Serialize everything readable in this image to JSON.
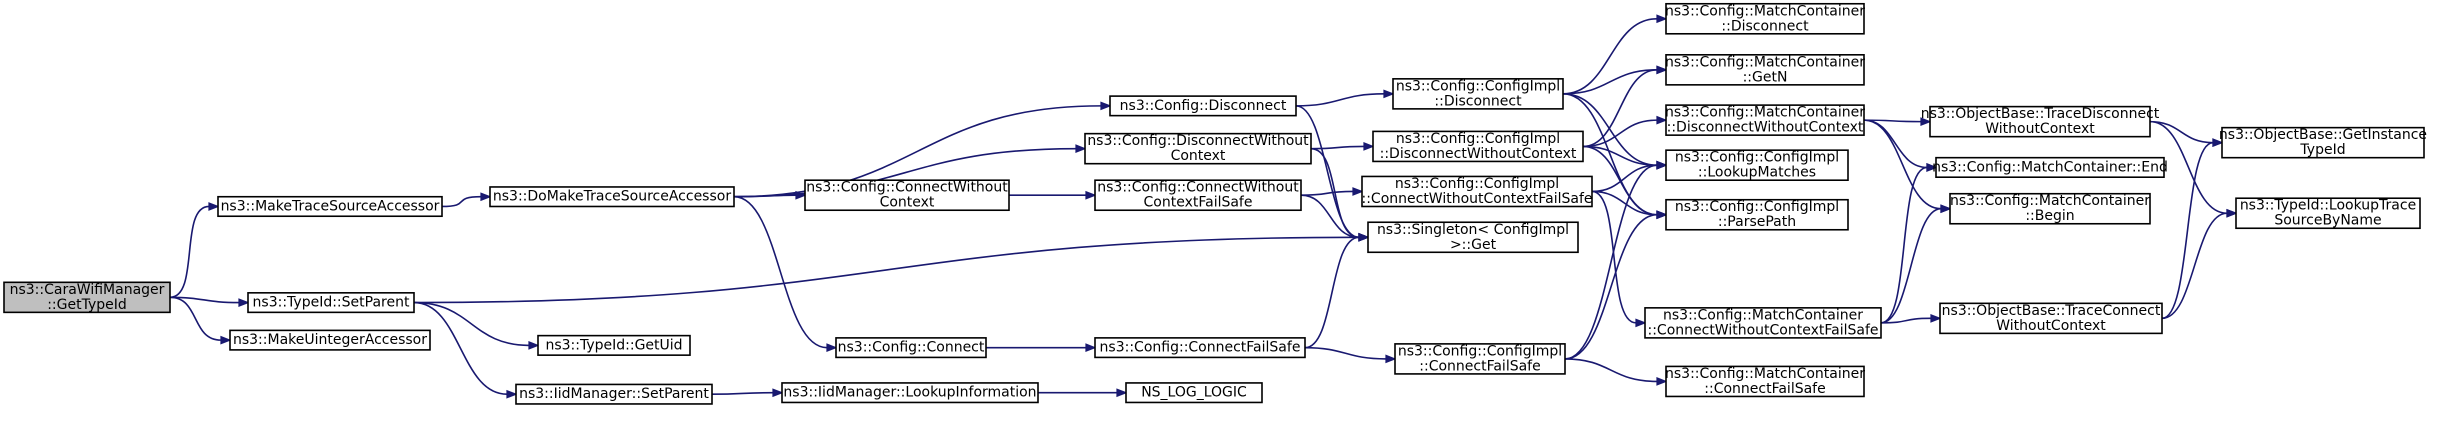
{
  "diagram": {
    "nodes": [
      {
        "id": "root",
        "lines": [
          "ns3::CaraWifiManager",
          "::GetTypeId"
        ],
        "root": true
      },
      {
        "id": "makeTSA",
        "lines": [
          "ns3::MakeTraceSourceAccessor"
        ]
      },
      {
        "id": "setParent",
        "lines": [
          "ns3::TypeId::SetParent"
        ]
      },
      {
        "id": "makeUint",
        "lines": [
          "ns3::MakeUintegerAccessor"
        ]
      },
      {
        "id": "doMake",
        "lines": [
          "ns3::DoMakeTraceSourceAccessor"
        ]
      },
      {
        "id": "getUid",
        "lines": [
          "ns3::TypeId::GetUid"
        ]
      },
      {
        "id": "iidSetParent",
        "lines": [
          "ns3::IidManager::SetParent"
        ]
      },
      {
        "id": "cfgDisconnect",
        "lines": [
          "ns3::Config::Disconnect"
        ]
      },
      {
        "id": "cfgDiscWC",
        "lines": [
          "ns3::Config::DisconnectWithout",
          "Context"
        ]
      },
      {
        "id": "cfgConnWC",
        "lines": [
          "ns3::Config::ConnectWithout",
          "Context"
        ]
      },
      {
        "id": "cfgConnect",
        "lines": [
          "ns3::Config::Connect"
        ]
      },
      {
        "id": "iidLookup",
        "lines": [
          "ns3::IidManager::LookupInformation"
        ]
      },
      {
        "id": "cfgConnWCFS",
        "lines": [
          "ns3::Config::ConnectWithout",
          "ContextFailSafe"
        ]
      },
      {
        "id": "cfgConnFS",
        "lines": [
          "ns3::Config::ConnectFailSafe"
        ]
      },
      {
        "id": "nsLog",
        "lines": [
          "NS_LOG_LOGIC"
        ]
      },
      {
        "id": "implDisconnect",
        "lines": [
          "ns3::Config::ConfigImpl",
          "::Disconnect"
        ]
      },
      {
        "id": "implDiscWC",
        "lines": [
          "ns3::Config::ConfigImpl",
          "::DisconnectWithoutContext"
        ]
      },
      {
        "id": "implConnWCFS",
        "lines": [
          "ns3::Config::ConfigImpl",
          "::ConnectWithoutContextFailSafe"
        ]
      },
      {
        "id": "singleton",
        "lines": [
          "ns3::Singleton< ConfigImpl",
          " >::Get"
        ]
      },
      {
        "id": "implConnFS",
        "lines": [
          "ns3::Config::ConfigImpl",
          "::ConnectFailSafe"
        ]
      },
      {
        "id": "mcDisconnect",
        "lines": [
          "ns3::Config::MatchContainer",
          "::Disconnect"
        ]
      },
      {
        "id": "mcGetN",
        "lines": [
          "ns3::Config::MatchContainer",
          "::GetN"
        ]
      },
      {
        "id": "mcDiscWC",
        "lines": [
          "ns3::Config::MatchContainer",
          "::DisconnectWithoutContext"
        ]
      },
      {
        "id": "lookupMatches",
        "lines": [
          "ns3::Config::ConfigImpl",
          "::LookupMatches"
        ]
      },
      {
        "id": "parsePath",
        "lines": [
          "ns3::Config::ConfigImpl",
          "::ParsePath"
        ]
      },
      {
        "id": "mcConnWCFS",
        "lines": [
          "ns3::Config::MatchContainer",
          "::ConnectWithoutContextFailSafe"
        ]
      },
      {
        "id": "mcConnFS",
        "lines": [
          "ns3::Config::MatchContainer",
          "::ConnectFailSafe"
        ]
      },
      {
        "id": "obTraceDisc",
        "lines": [
          "ns3::ObjectBase::TraceDisconnect",
          "WithoutContext"
        ]
      },
      {
        "id": "mcEnd",
        "lines": [
          "ns3::Config::MatchContainer::End"
        ]
      },
      {
        "id": "mcBegin",
        "lines": [
          "ns3::Config::MatchContainer",
          "::Begin"
        ]
      },
      {
        "id": "obTraceConn",
        "lines": [
          "ns3::ObjectBase::TraceConnect",
          "WithoutContext"
        ]
      },
      {
        "id": "obGetInst",
        "lines": [
          "ns3::ObjectBase::GetInstance",
          "TypeId"
        ]
      },
      {
        "id": "lookupTS",
        "lines": [
          "ns3::TypeId::LookupTrace",
          "SourceByName"
        ]
      }
    ],
    "edges": [
      [
        "root",
        "makeTSA"
      ],
      [
        "root",
        "setParent"
      ],
      [
        "root",
        "makeUint"
      ],
      [
        "makeTSA",
        "doMake"
      ],
      [
        "setParent",
        "getUid"
      ],
      [
        "setParent",
        "iidSetParent"
      ],
      [
        "setParent",
        "singleton"
      ],
      [
        "doMake",
        "cfgDisconnect"
      ],
      [
        "doMake",
        "cfgDiscWC"
      ],
      [
        "doMake",
        "cfgConnWC"
      ],
      [
        "doMake",
        "cfgConnect"
      ],
      [
        "iidSetParent",
        "iidLookup"
      ],
      [
        "iidLookup",
        "nsLog"
      ],
      [
        "cfgDisconnect",
        "implDisconnect"
      ],
      [
        "cfgDisconnect",
        "singleton"
      ],
      [
        "cfgDiscWC",
        "implDiscWC"
      ],
      [
        "cfgDiscWC",
        "singleton"
      ],
      [
        "cfgConnWC",
        "cfgConnWCFS"
      ],
      [
        "cfgConnect",
        "cfgConnFS"
      ],
      [
        "cfgConnWCFS",
        "implConnWCFS"
      ],
      [
        "cfgConnWCFS",
        "singleton"
      ],
      [
        "cfgConnFS",
        "implConnFS"
      ],
      [
        "cfgConnFS",
        "singleton"
      ],
      [
        "implDisconnect",
        "mcDisconnect"
      ],
      [
        "implDisconnect",
        "mcGetN"
      ],
      [
        "implDisconnect",
        "lookupMatches"
      ],
      [
        "implDisconnect",
        "parsePath"
      ],
      [
        "implDiscWC",
        "mcGetN"
      ],
      [
        "implDiscWC",
        "mcDiscWC"
      ],
      [
        "implDiscWC",
        "lookupMatches"
      ],
      [
        "implDiscWC",
        "parsePath"
      ],
      [
        "implConnWCFS",
        "lookupMatches"
      ],
      [
        "implConnWCFS",
        "parsePath"
      ],
      [
        "implConnWCFS",
        "mcConnWCFS"
      ],
      [
        "implConnFS",
        "lookupMatches"
      ],
      [
        "implConnFS",
        "parsePath"
      ],
      [
        "implConnFS",
        "mcConnFS"
      ],
      [
        "mcDiscWC",
        "obTraceDisc"
      ],
      [
        "mcDiscWC",
        "mcEnd"
      ],
      [
        "mcDiscWC",
        "mcBegin"
      ],
      [
        "mcConnWCFS",
        "mcEnd"
      ],
      [
        "mcConnWCFS",
        "mcBegin"
      ],
      [
        "mcConnWCFS",
        "obTraceConn"
      ],
      [
        "obTraceDisc",
        "obGetInst"
      ],
      [
        "obTraceDisc",
        "lookupTS"
      ],
      [
        "obTraceConn",
        "obGetInst"
      ],
      [
        "obTraceConn",
        "lookupTS"
      ]
    ]
  }
}
